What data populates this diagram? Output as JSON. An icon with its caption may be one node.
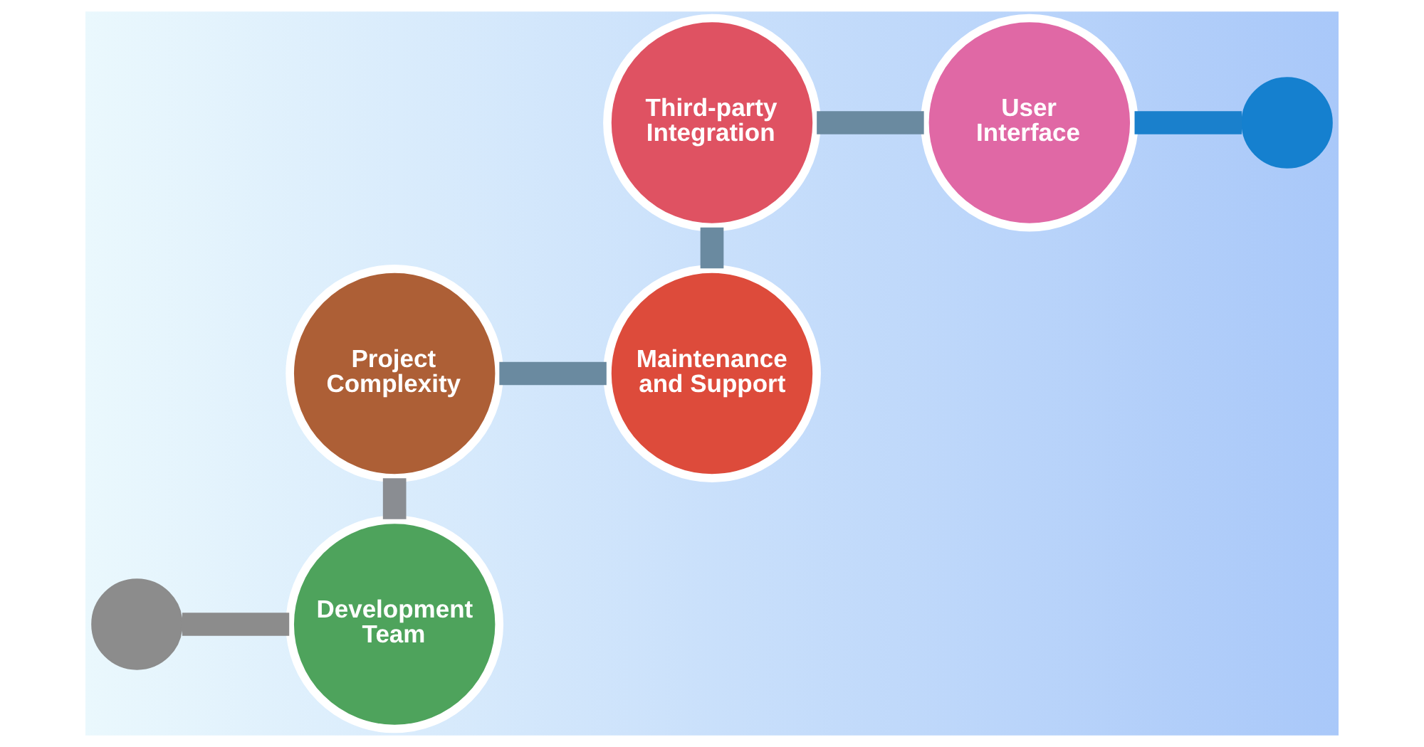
{
  "diagram": {
    "nodes": [
      {
        "text": [],
        "shape": "circle"
      },
      {
        "text": [
          "Development Team"
        ]
      },
      {
        "text": [
          "Project Complexity"
        ]
      },
      {
        "text": [
          "Maintenance and Support"
        ]
      },
      {
        "text": [
          "Third-party Integration"
        ]
      },
      {
        "text": [
          "User Interface"
        ]
      },
      {
        "text": [],
        "shape": "circle"
      }
    ],
    "edges": [
      {
        "from": 0,
        "to": 1,
        "arrow": "none",
        "color": "#8c8c8c"
      },
      {
        "from": 1,
        "to": 2,
        "arrow": "none",
        "color": "#8a8d92"
      },
      {
        "from": 2,
        "to": 3,
        "arrow": "none"
      },
      {
        "from": 3,
        "to": 4,
        "arrow": "none"
      },
      {
        "from": 4,
        "to": 5,
        "arrow": "none"
      },
      {
        "from": 5,
        "to": 6,
        "arrow": "none",
        "color": "#1a80cc"
      }
    ]
  }
}
